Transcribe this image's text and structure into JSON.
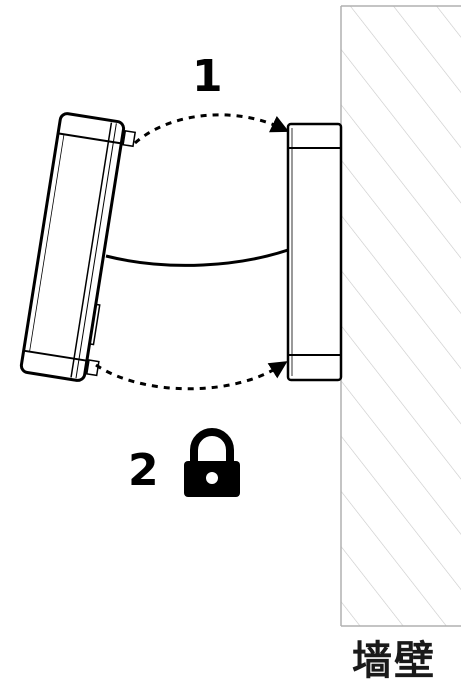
{
  "steps": {
    "step1_label": "1",
    "step2_label": "2"
  },
  "wall": {
    "label": "墙壁"
  },
  "icons": {
    "lock": "lock-icon"
  },
  "colors": {
    "stroke": "#000000",
    "hatch": "#c8c8c8",
    "background": "#ffffff"
  }
}
